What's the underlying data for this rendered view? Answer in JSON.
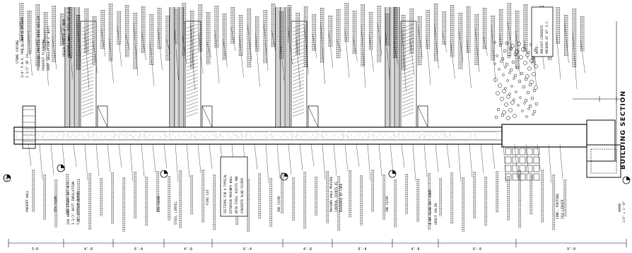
{
  "drawing": {
    "title": "BUILDING SECTION",
    "scale_text": "1/4\" = 1'-0\"",
    "top_notes": [
      "STONE COPING",
      "3/4\" P.B.S. ROD W/ NUT & WASHER",
      "2 1/2\" OF 24",
      "PRESSURE TREATED WOOD NAILER",
      "PARAPET FLASHING",
      "ROOF INSULATION 3\" BATT",
      "BRICK VENEER 4\" NOM.",
      "MASONRY WALL TIES 16\" O.C."
    ],
    "level_markers": [
      {
        "label": "PARAPET WALL"
      },
      {
        "label": "5TH FLOOR"
      },
      {
        "label": "4TH FLOOR"
      },
      {
        "label": "3RD FLOOR"
      },
      {
        "label": "2ND FLOOR"
      },
      {
        "label": "GRADE"
      }
    ],
    "bottom_notes": [
      "2X6 WOOD STUDS 16\" O.C.",
      "3 1/2\" BATT INSULATION",
      "5/8\" GYPSUM BOARD",
      "STEEL LINTEL",
      "FIRE CUT",
      "4 HR SLAB 16\" CONT",
      "CONC. FOOTING",
      "2X4 LEDGER",
      "GROUT SOLID"
    ],
    "callout_box": [
      "SECTIONS FOR A TYPICAL",
      "EXTERIOR MASONRY WALL",
      "WITH STEEL JOISTS AND",
      "CONCRETE SLAB FLOORS"
    ],
    "callout_box_2": [
      "MASONRY WALL PROVIDE",
      "CONTROL JOINTS AS",
      "REQUIRED BY CODE"
    ],
    "side_box": [
      "NOTE:",
      "PRECAST CONCRETE",
      "ANCHORS AT 16\" O.C."
    ],
    "dimension_labels": [
      "5-0",
      "4'-8",
      "6'-4",
      "4'-8",
      "6'-4",
      "4'-8",
      "6'-4",
      "4'-8",
      "6'-0",
      "9'-0"
    ],
    "colors": {
      "ink": "#111111",
      "paper": "#ffffff",
      "hatch": "#333333"
    }
  }
}
